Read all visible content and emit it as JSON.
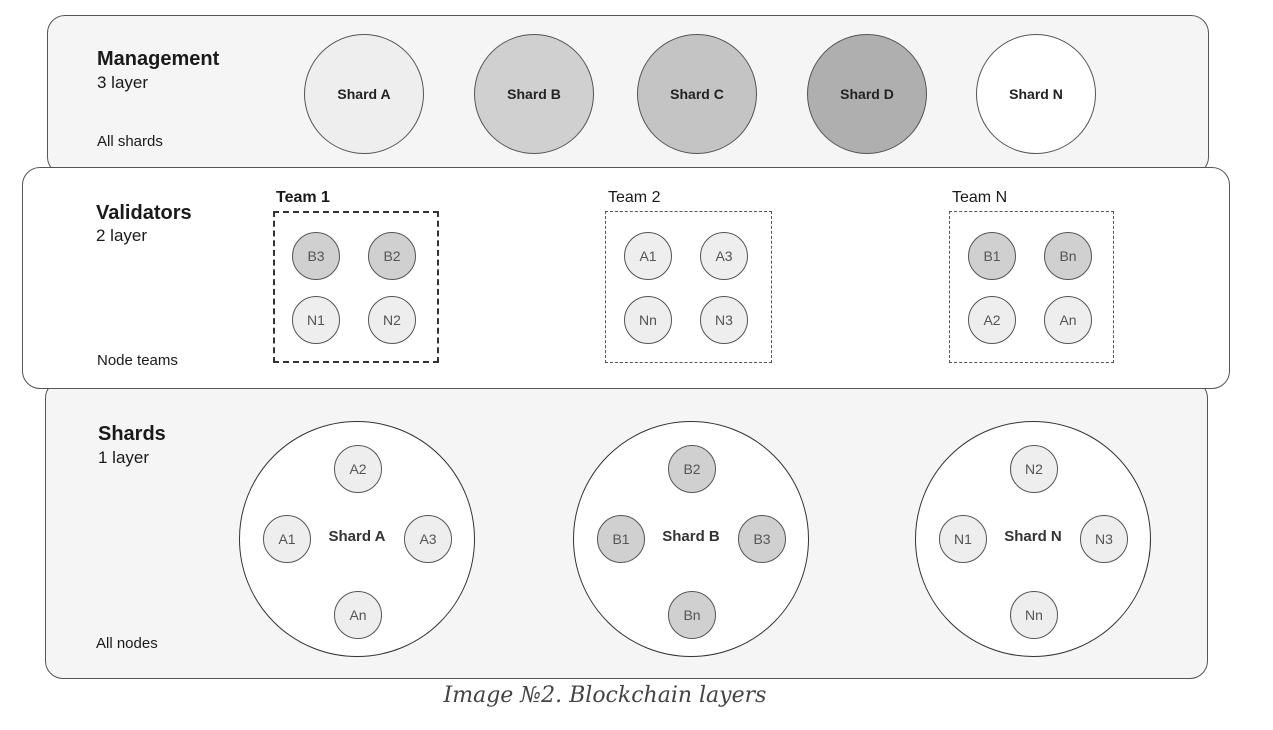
{
  "colors": {
    "white": "#ffffff",
    "light": "#eeeeee",
    "medium": "#d0d0d0",
    "mid_dark": "#c4c4c4",
    "dark": "#afafaf"
  },
  "management": {
    "title": "Management",
    "layer": "3 layer",
    "note": "All shards",
    "shards": [
      {
        "label": "Shard A",
        "shade": "light"
      },
      {
        "label": "Shard B",
        "shade": "medium"
      },
      {
        "label": "Shard C",
        "shade": "mid_dark"
      },
      {
        "label": "Shard D",
        "shade": "dark"
      },
      {
        "label": "Shard N",
        "shade": "white"
      }
    ]
  },
  "validators": {
    "title": "Validators",
    "layer": "2 layer",
    "note": "Node teams",
    "teams": [
      {
        "label": "Team 1",
        "bold": true,
        "nodes": [
          {
            "label": "B3",
            "shade": "medium"
          },
          {
            "label": "B2",
            "shade": "medium"
          },
          {
            "label": "N1",
            "shade": "light"
          },
          {
            "label": "N2",
            "shade": "light"
          }
        ]
      },
      {
        "label": "Team 2",
        "bold": false,
        "nodes": [
          {
            "label": "A1",
            "shade": "light"
          },
          {
            "label": "A3",
            "shade": "light"
          },
          {
            "label": "Nn",
            "shade": "light"
          },
          {
            "label": "N3",
            "shade": "light"
          }
        ]
      },
      {
        "label": "Team N",
        "bold": false,
        "nodes": [
          {
            "label": "B1",
            "shade": "medium"
          },
          {
            "label": "Bn",
            "shade": "medium"
          },
          {
            "label": "A2",
            "shade": "light"
          },
          {
            "label": "An",
            "shade": "light"
          }
        ]
      }
    ]
  },
  "shards": {
    "title": "Shards",
    "layer": "1 layer",
    "note": "All nodes",
    "groups": [
      {
        "label": "Shard A",
        "shade": "light",
        "nodes": [
          "A2",
          "A1",
          "A3",
          "An"
        ]
      },
      {
        "label": "Shard B",
        "shade": "medium",
        "nodes": [
          "B2",
          "B1",
          "B3",
          "Bn"
        ]
      },
      {
        "label": "Shard N",
        "shade": "light",
        "nodes": [
          "N2",
          "N1",
          "N3",
          "Nn"
        ]
      }
    ]
  },
  "caption": "Image №2. Blockchain layers"
}
